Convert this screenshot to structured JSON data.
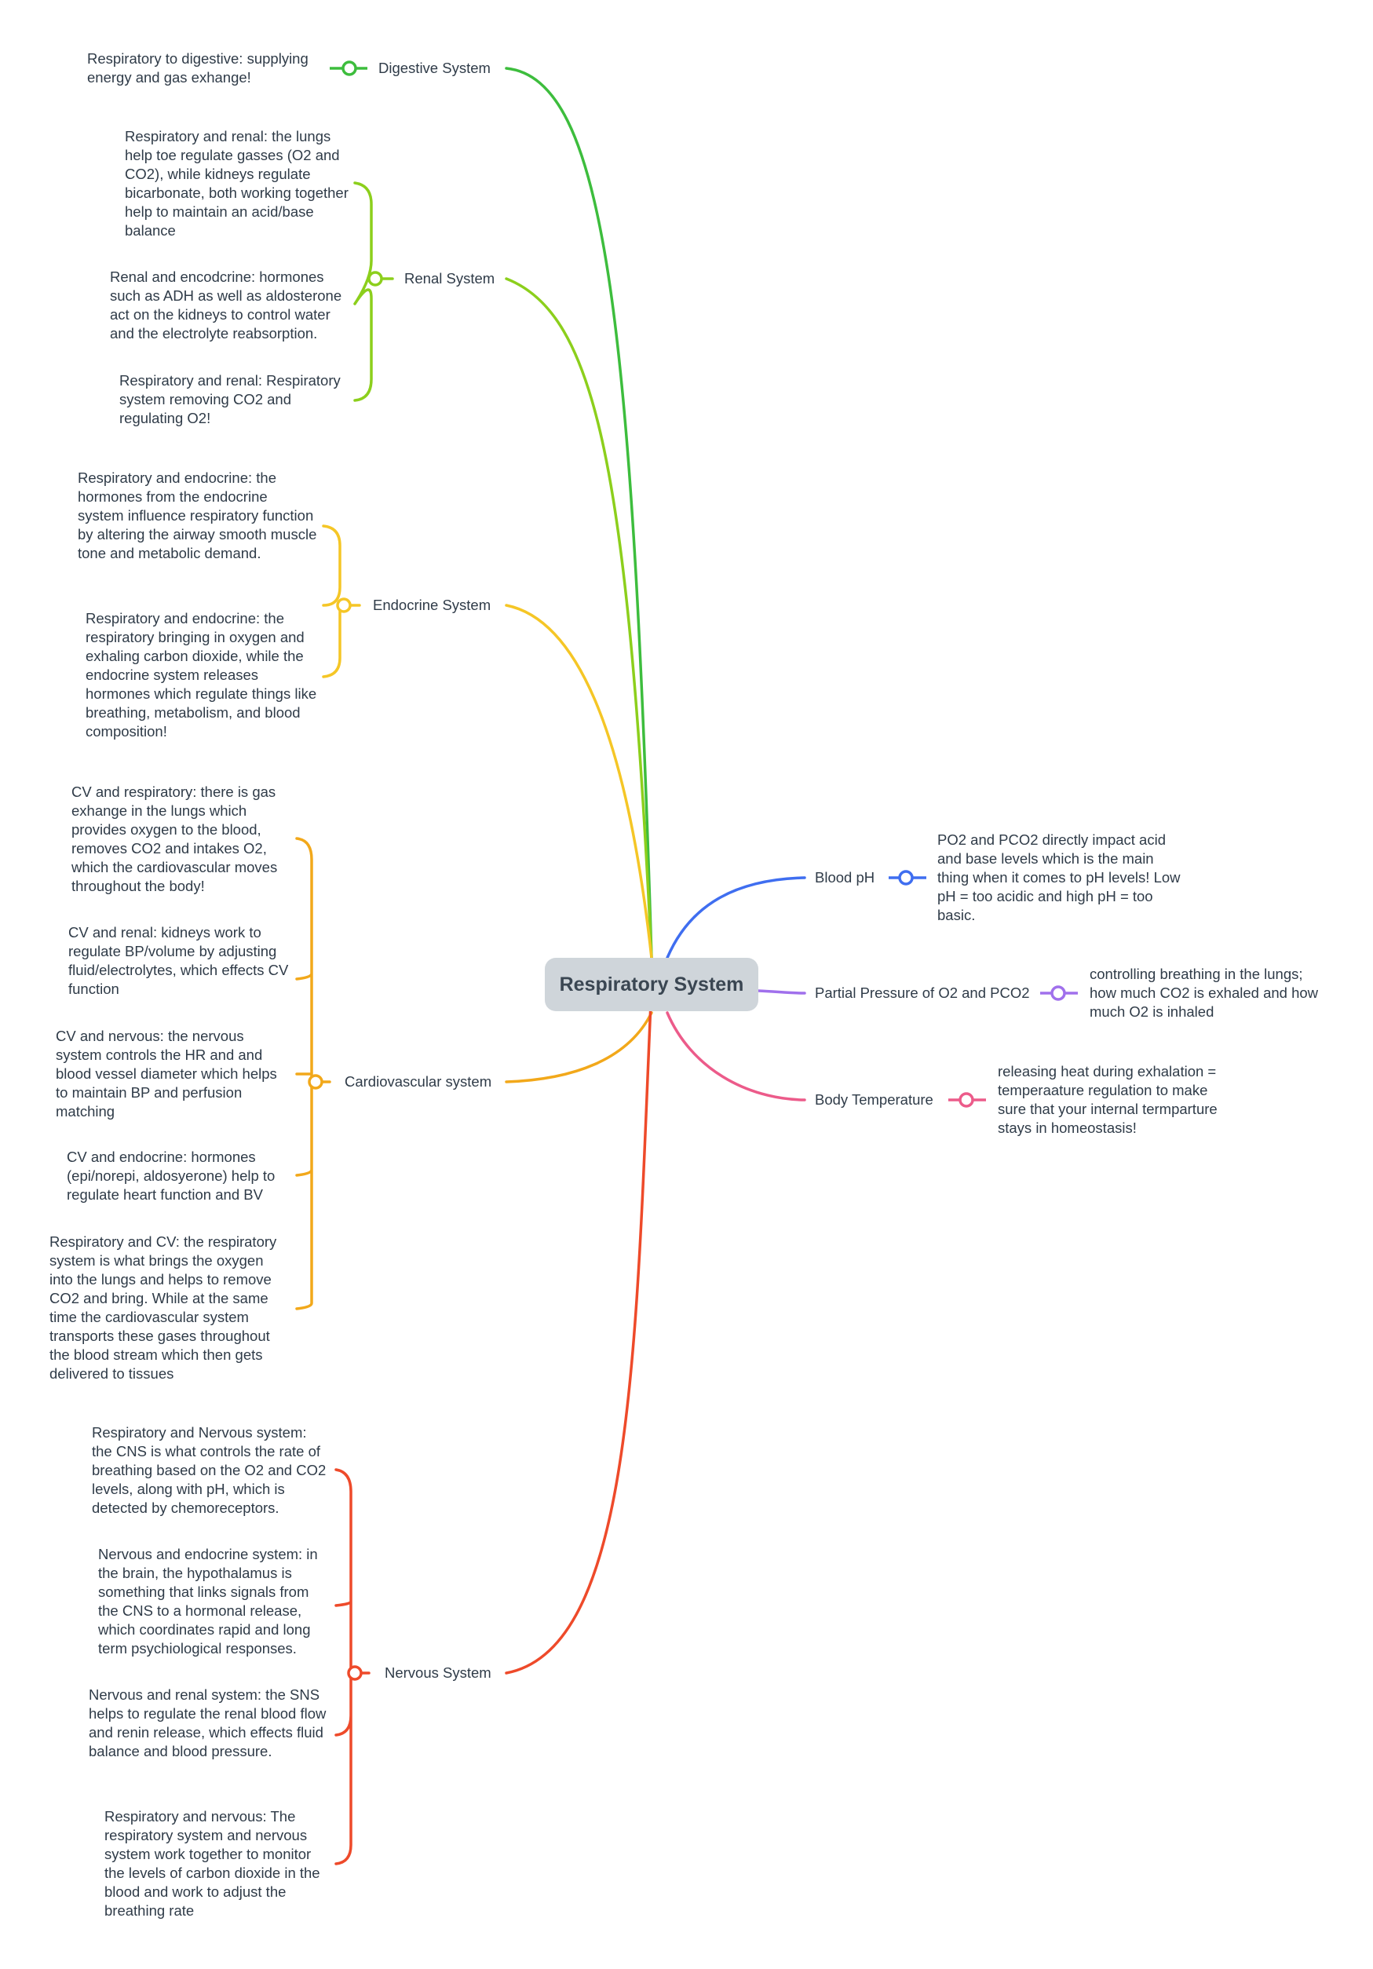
{
  "root": {
    "label": "Respiratory System"
  },
  "branches": {
    "digestive": {
      "label": "Digestive System",
      "color": "#3dbd3d",
      "notes": [
        "Respiratory to digestive: supplying energy and gas exhange!"
      ]
    },
    "renal": {
      "label": "Renal System",
      "color": "#8ccf1c",
      "notes": [
        "Respiratory and renal: the lungs help toe regulate gasses (O2 and CO2), while kidneys regulate bicarbonate, both working together help to maintain an acid/base balance",
        "Renal and encodcrine: hormones such as ADH as well as aldosterone act on the kidneys to control water and the electrolyte reabsorption.",
        "Respiratory and renal: Respiratory system removing CO2 and regulating O2!"
      ]
    },
    "endocrine": {
      "label": "Endocrine System",
      "color": "#f5c626",
      "notes": [
        "Respiratory and endocrine: the hormones from the endocrine system influence respiratory function by altering the airway smooth muscle tone and metabolic demand.",
        "Respiratory and endocrine: the respiratory bringing in oxygen and exhaling carbon dioxide, while the endocrine system releases hormones which regulate things like breathing, metabolism, and blood composition!"
      ]
    },
    "cardio": {
      "label": "Cardiovascular system",
      "color": "#f2a81a",
      "notes": [
        "CV and respiratory: there is gas exhange in the lungs which provides oxygen to the blood, removes CO2 and intakes O2, which the cardiovascular moves throughout the body!",
        "CV and renal: kidneys work to regulate BP/volume by adjusting fluid/electrolytes, which effects CV function",
        "CV and nervous: the nervous system controls the HR and and blood vessel diameter which helps to maintain BP and perfusion matching",
        "CV and endocrine: hormones (epi/norepi, aldosyerone) help to regulate heart function and BV",
        "Respiratory and CV: the respiratory system is what brings the oxygen into the lungs and helps to remove CO2 and bring. While at the same time the cardiovascular system transports these gases throughout the blood stream which then gets delivered to tissues"
      ]
    },
    "nervous": {
      "label": "Nervous System",
      "color": "#ee4a2a",
      "notes": [
        "Respiratory and Nervous system: the CNS is what controls the rate of breathing based on the O2 and CO2 levels, along with pH, which is detected by chemoreceptors.",
        "Nervous and endocrine system: in the brain, the hypothalamus is something that links signals from the CNS to a hormonal release, which coordinates rapid and long term psychiological responses.",
        "Nervous and renal system: the SNS helps to regulate the renal blood flow and renin release, which effects fluid balance and blood pressure.",
        "Respiratory and nervous: The respiratory system and nervous system work together to monitor the levels of carbon dioxide in the blood and work to adjust the breathing rate"
      ]
    },
    "ph": {
      "label": "Blood pH",
      "color": "#3f6ef0",
      "notes": [
        "PO2 and PCO2 directly impact acid and base levels which is the main thing when it comes to pH levels! Low pH = too acidic and high pH = too basic."
      ]
    },
    "pressure": {
      "label": "Partial Pressure of O2 and PCO2",
      "color": "#a070ec",
      "notes": [
        "controlling breathing in the lungs; how much CO2 is exhaled and how much O2 is inhaled"
      ]
    },
    "temp": {
      "label": "Body Temperature",
      "color": "#ec5b8a",
      "notes": [
        "releasing heat during exhalation = temperaature regulation to make sure that your internal termparture stays in homeostasis!"
      ]
    }
  }
}
